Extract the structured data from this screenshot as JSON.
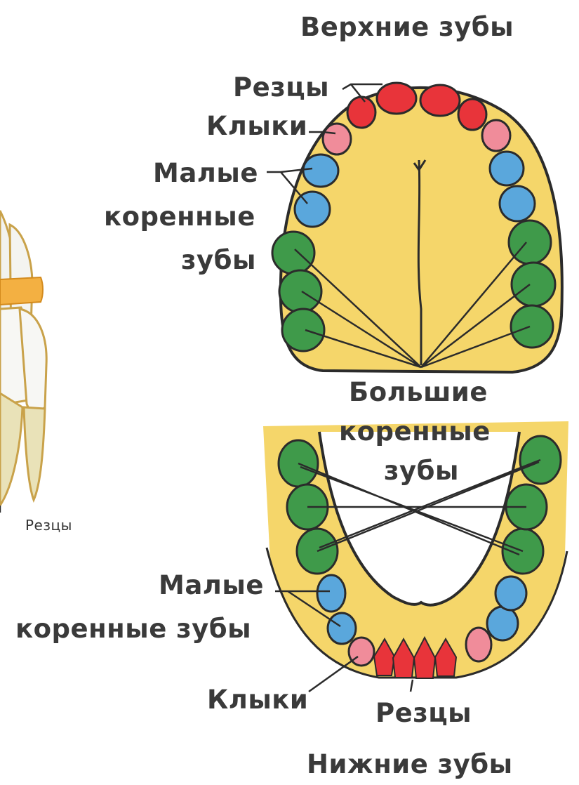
{
  "labels": {
    "upper_title": "Верхние зубы",
    "upper_incisors": "Резцы",
    "upper_canines": "Клыки",
    "upper_premolars_1": "Малые",
    "upper_premolars_2": "коренные",
    "upper_premolars_3": "зубы",
    "molars_1": "Большие",
    "molars_2": "коренные",
    "molars_3": "зубы",
    "side_incisors": "Резцы",
    "lower_premolars_1": "Малые",
    "lower_premolars_2": "коренные зубы",
    "lower_canines": "Клыки",
    "lower_incisors": "Резцы",
    "lower_title": "Нижние зубы"
  },
  "colors": {
    "incisor": "#e8343a",
    "canine": "#f08c9a",
    "premolar": "#5aa7dc",
    "molar": "#3f9a4a",
    "gum": "#f5d66a",
    "outline": "#2b2b2b",
    "side_enamel": "#f2f2ee",
    "side_root": "#e9e2b8",
    "side_gum": "#f3b042"
  }
}
